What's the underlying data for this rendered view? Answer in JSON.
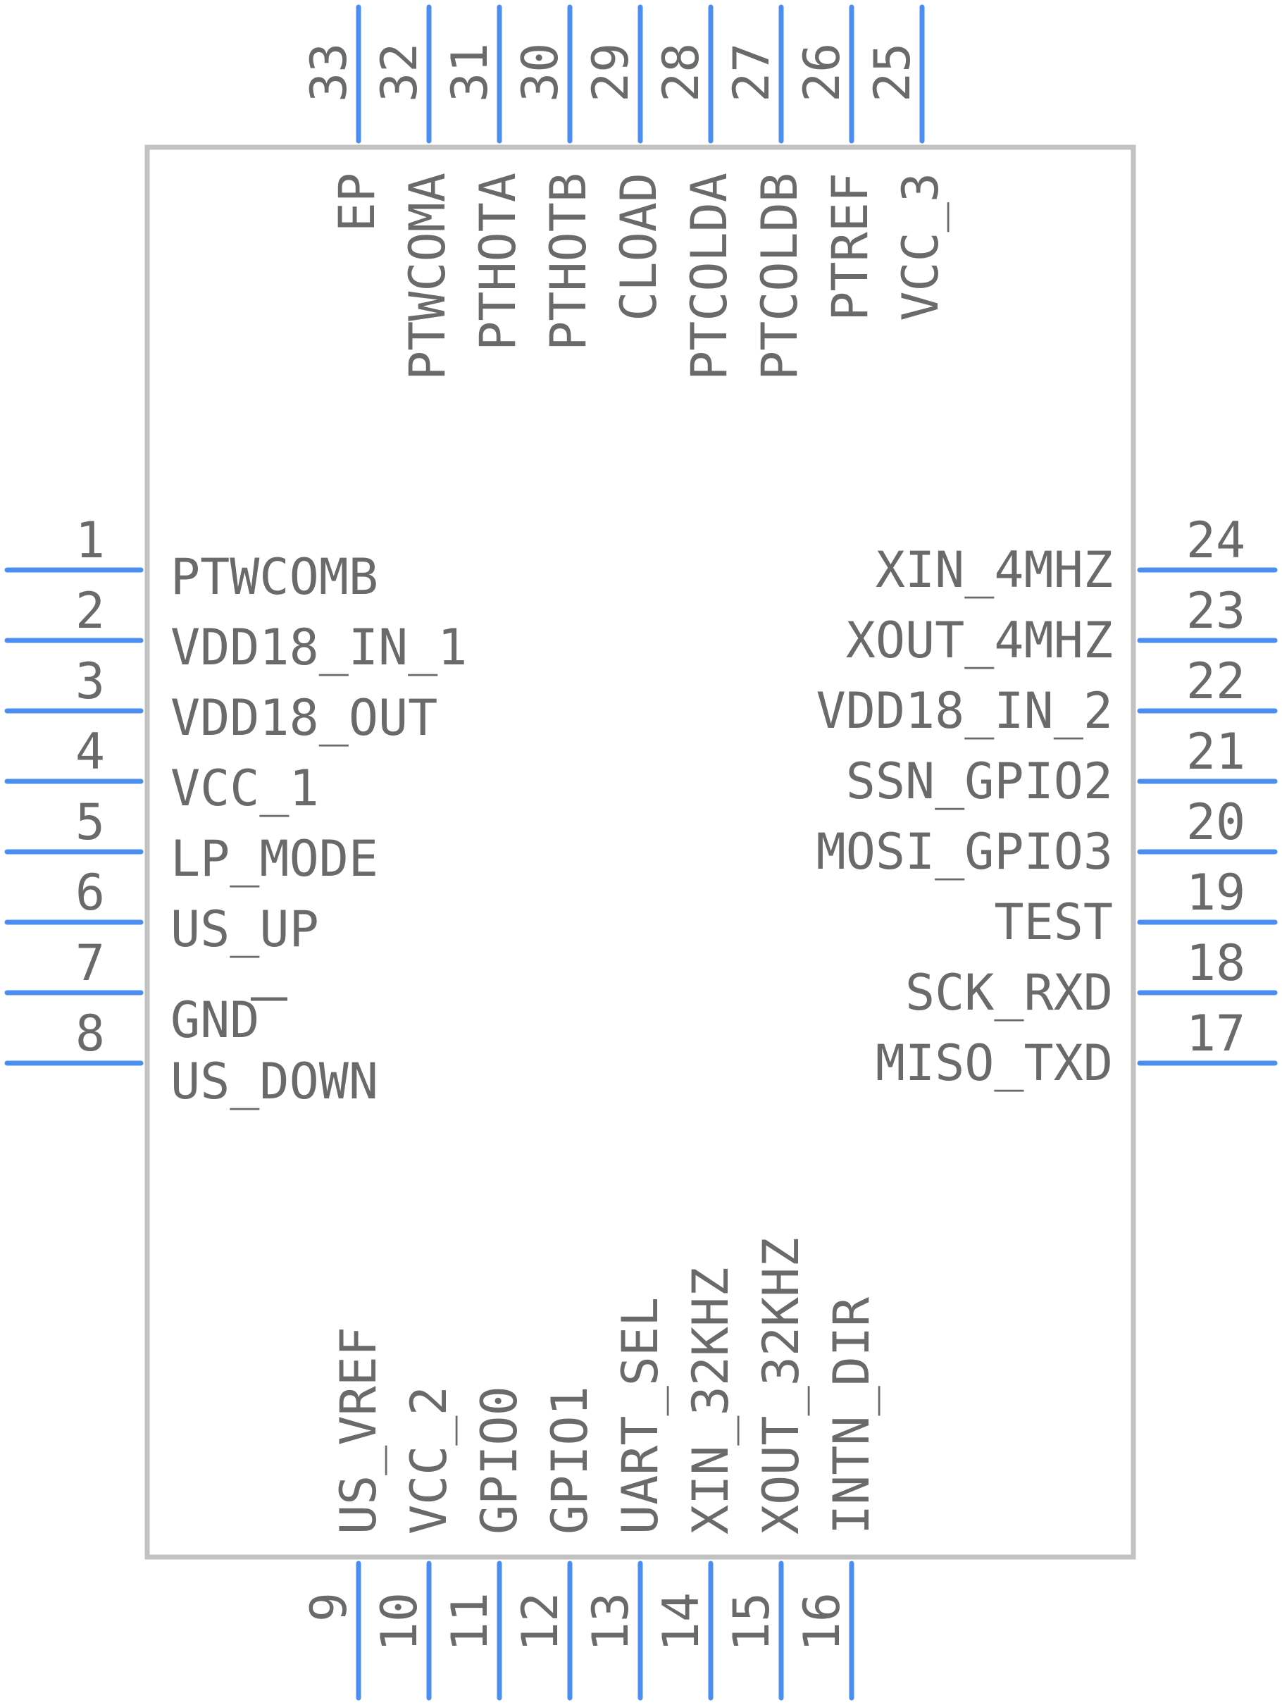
{
  "component": {
    "left_pins": [
      {
        "num": "1",
        "name": "PTWCOMB"
      },
      {
        "num": "2",
        "name": "VDD18_IN_1"
      },
      {
        "num": "3",
        "name": "VDD18_OUT"
      },
      {
        "num": "4",
        "name": "VCC_1"
      },
      {
        "num": "5",
        "name": "LP_MODE"
      },
      {
        "num": "6",
        "name": "US_UP"
      },
      {
        "num": "7",
        "name": "GND"
      },
      {
        "num": "8",
        "name": "US_DOWN"
      }
    ],
    "right_pins": [
      {
        "num": "24",
        "name": "XIN_4MHZ"
      },
      {
        "num": "23",
        "name": "XOUT_4MHZ"
      },
      {
        "num": "22",
        "name": "VDD18_IN_2"
      },
      {
        "num": "21",
        "name": "SSN_GPIO2"
      },
      {
        "num": "20",
        "name": "MOSI_GPIO3"
      },
      {
        "num": "19",
        "name": "TEST"
      },
      {
        "num": "18",
        "name": "SCK_RXD"
      },
      {
        "num": "17",
        "name": "MISO_TXD"
      }
    ],
    "top_pins": [
      {
        "num": "33",
        "name": "EP"
      },
      {
        "num": "32",
        "name": "PTWCOMA"
      },
      {
        "num": "31",
        "name": "PTHOTA"
      },
      {
        "num": "30",
        "name": "PTHOTB"
      },
      {
        "num": "29",
        "name": "CLOAD"
      },
      {
        "num": "28",
        "name": "PTCOLDA"
      },
      {
        "num": "27",
        "name": "PTCOLDB"
      },
      {
        "num": "26",
        "name": "PTREF"
      },
      {
        "num": "25",
        "name": "VCC_3"
      }
    ],
    "bottom_pins": [
      {
        "num": "9",
        "name": "US_VREF"
      },
      {
        "num": "10",
        "name": "VCC_2"
      },
      {
        "num": "11",
        "name": "GPIO0"
      },
      {
        "num": "12",
        "name": "GPIO1"
      },
      {
        "num": "13",
        "name": "UART_SEL"
      },
      {
        "num": "14",
        "name": "XIN_32KHZ"
      },
      {
        "num": "15",
        "name": "XOUT_32KHZ"
      },
      {
        "num": "16",
        "name": "INTN_DIR"
      }
    ]
  },
  "colors": {
    "pin": "#4a8ef0",
    "outline": "#c2c2c2",
    "text": "#6a6a6a"
  }
}
